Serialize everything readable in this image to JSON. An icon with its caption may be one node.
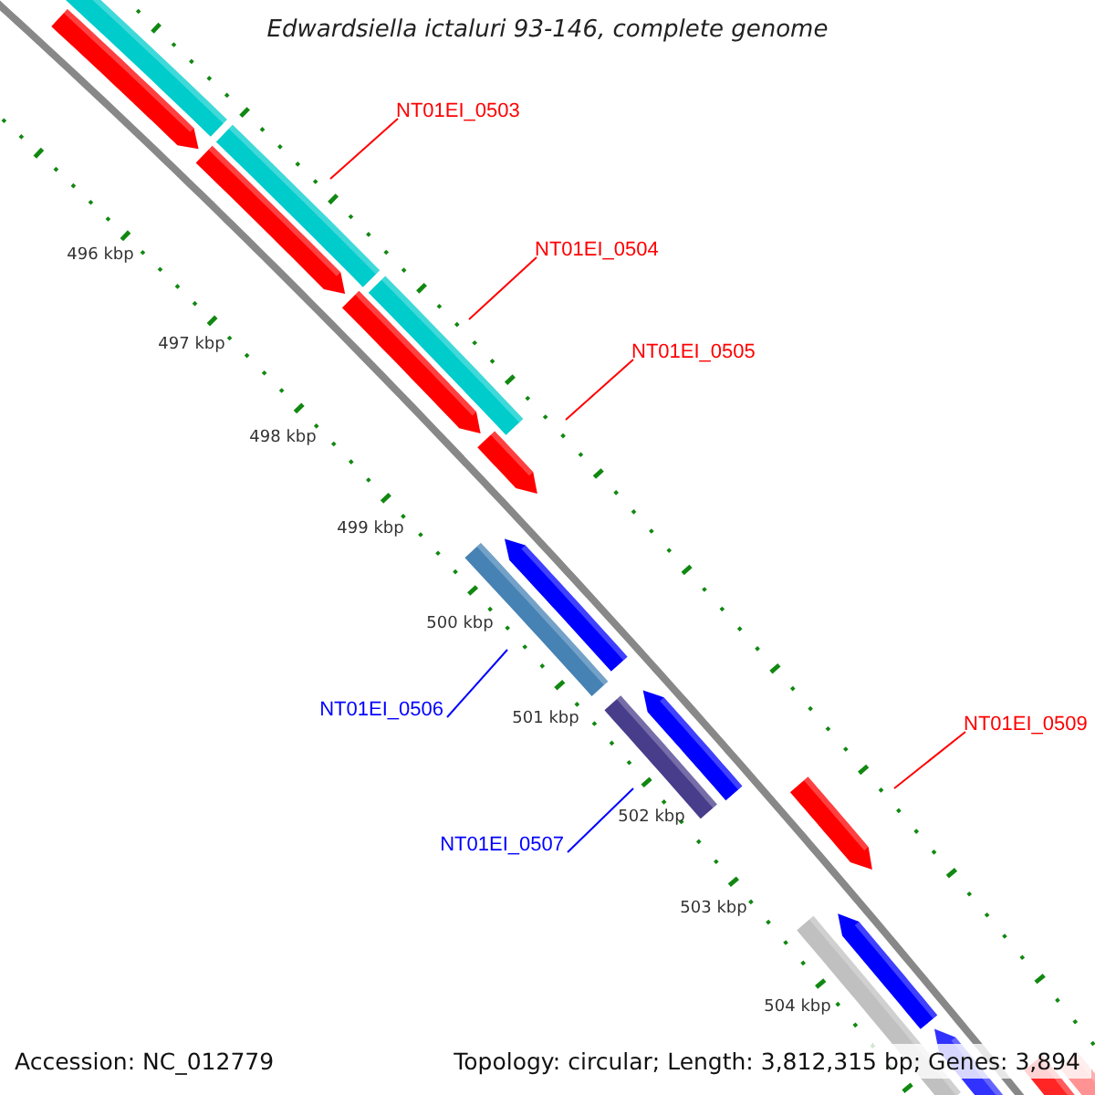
{
  "diagram": {
    "title": "Edwardsiella ictaluri 93-146, complete genome",
    "nodes": [
      {
        "text": [
          "NT01EI_0503"
        ]
      },
      {
        "text": [
          "NT01EI_0504"
        ]
      },
      {
        "text": [
          "NT01EI_0505"
        ]
      },
      {
        "text": [
          "NT01EI_0506"
        ]
      },
      {
        "text": [
          "NT01EI_0509"
        ]
      },
      {
        "text": [
          "NT01EI_0507"
        ]
      }
    ],
    "edges": [
      {
        "from": 0,
        "to": null,
        "arrow": "none"
      },
      {
        "from": 1,
        "to": null,
        "arrow": "none"
      },
      {
        "from": 2,
        "to": null,
        "arrow": "none"
      },
      {
        "from": 3,
        "to": null,
        "arrow": "none",
        "color": "#0000ff"
      },
      {
        "from": 4,
        "to": null,
        "arrow": "none"
      },
      {
        "from": 5,
        "to": null,
        "arrow": "none",
        "color": "#0000ff"
      }
    ],
    "labels": [
      "496 kbp",
      "497 kbp",
      "498 kbp",
      "499 kbp",
      "500 kbp",
      "501 kbp",
      "502 kbp",
      "503 kbp",
      "504 kbp",
      "Accession: NC_012779",
      "Topology: circular; Length: 3,812,315 bp; Genes: 3,894"
    ]
  }
}
